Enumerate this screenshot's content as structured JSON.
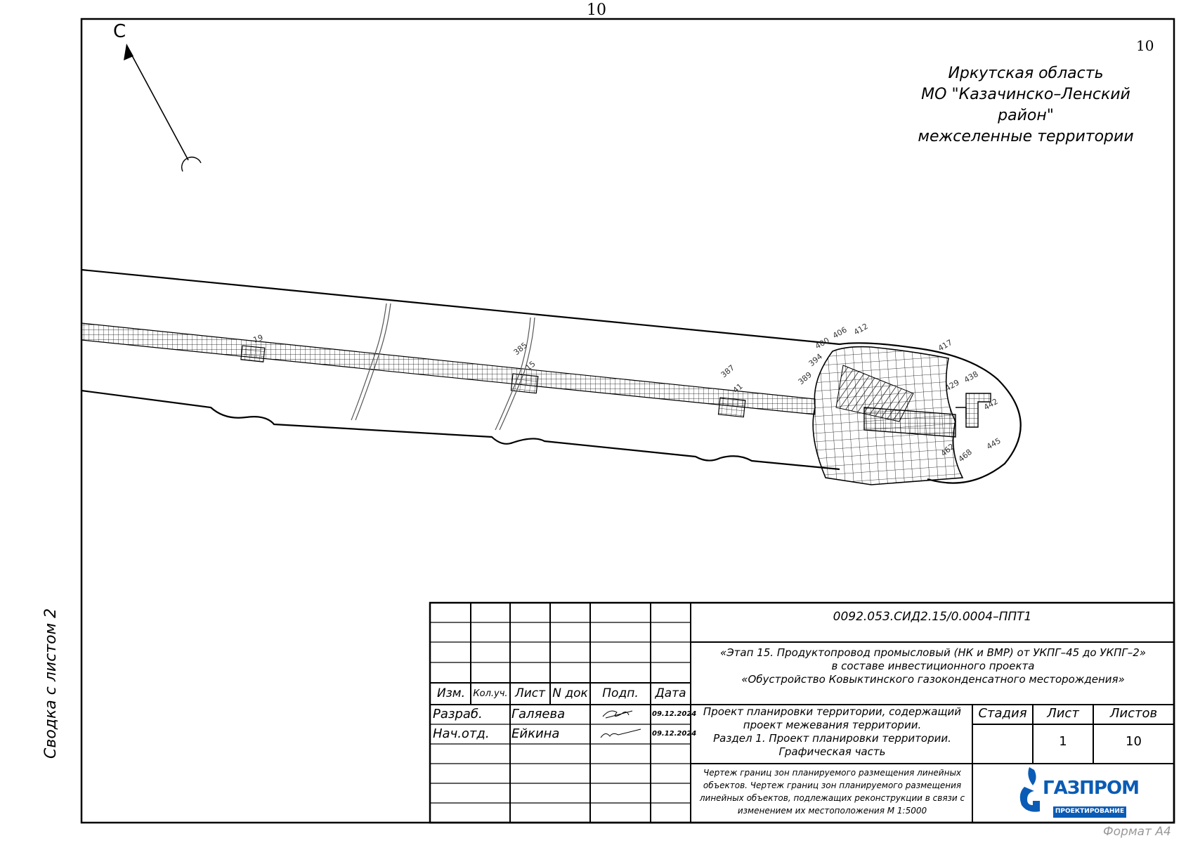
{
  "sheet": {
    "top_page_number": "10",
    "corner_page_number": "10",
    "format_label": "Формат А4",
    "side_note": "Сводка с листом 2"
  },
  "north_arrow": {
    "label": "С"
  },
  "location": {
    "line1": "Иркутская область",
    "line2": "МО \"Казачинско–Ленский район\"",
    "line3": "межселенные территории"
  },
  "map_labels": {
    "pt_419": "19",
    "pt_385": "385",
    "pt_15": "15",
    "pt_387": "387",
    "pt_41": "41",
    "pt_389": "389",
    "pt_394": "394",
    "pt_400": "400",
    "pt_406": "406",
    "pt_412": "412",
    "pt_417": "417",
    "pt_429": "429",
    "pt_438": "438",
    "pt_442": "442",
    "pt_445": "445",
    "pt_462": "462",
    "pt_468": "468"
  },
  "title_block": {
    "doc_code": "0092.053.СИД2.15/0.0004–ППТ1",
    "project_title_line1": "«Этап 15. Продуктопровод промысловый (НК и ВМР) от УКПГ–45 до УКПГ–2»",
    "project_title_line2": "в составе инвестиционного проекта",
    "project_title_line3": "«Обустройство Ковыктинского газоконденсатного месторождения»",
    "headers": {
      "izm": "Изм.",
      "kol": "Кол.уч.",
      "list": "Лист",
      "ndok": "N док",
      "podp": "Подп.",
      "data": "Дата"
    },
    "rows": [
      {
        "role": "Разраб.",
        "name": "Галяева",
        "date": "09.12.2024"
      },
      {
        "role": "Нач.отд.",
        "name": "Ейкина",
        "date": "09.12.2024"
      }
    ],
    "section_title": {
      "line1": "Проект планировки территории, содержащий",
      "line2": "проект межевания территории.",
      "line3": "Раздел 1. Проект планировки территории.",
      "line4": "Графическая часть"
    },
    "stage_headers": {
      "stadia": "Стадия",
      "list": "Лист",
      "listov": "Листов"
    },
    "stage_values": {
      "stadia": "",
      "list": "1",
      "listov": "10"
    },
    "drawing_name": {
      "line1": "Чертеж границ зон планируемого размещения линейных",
      "line2": "объектов. Чертеж границ зон планируемого размещения",
      "line3": "линейных объектов, подлежащих реконструкции в связи с",
      "line4": "изменением их местоположения М 1:5000"
    },
    "logo": {
      "name": "ГАЗПРОМ",
      "subtitle": "ПРОЕКТИРОВАНИЕ"
    }
  }
}
